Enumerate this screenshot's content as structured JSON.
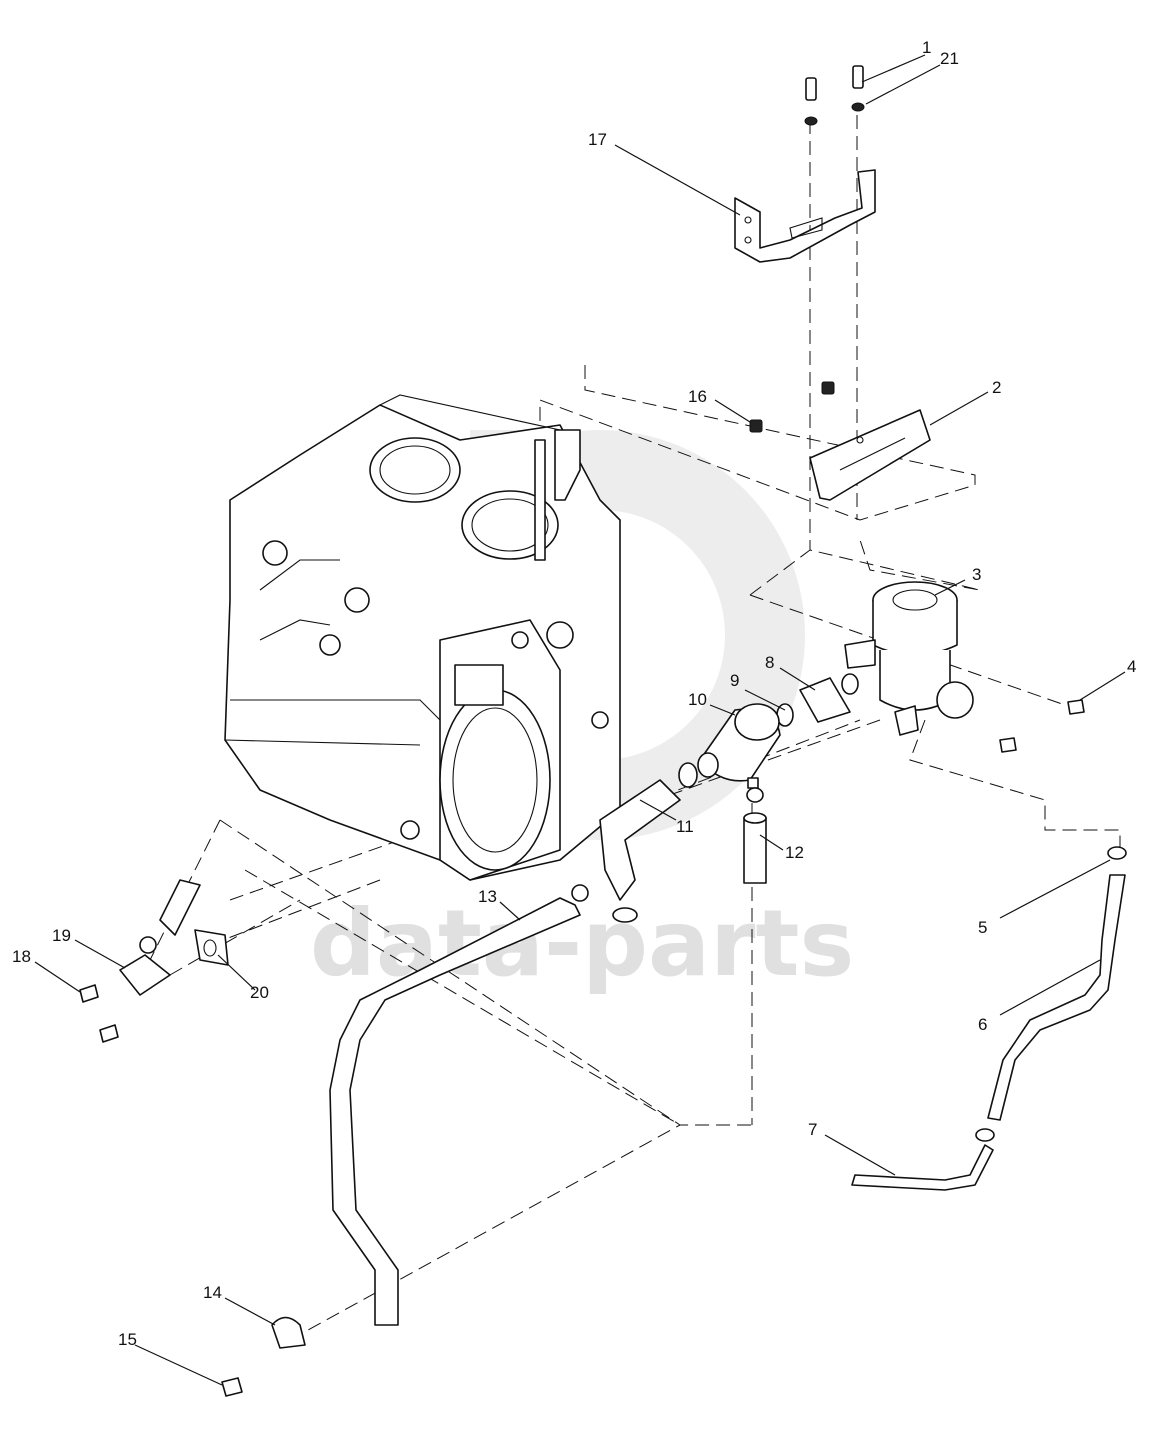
{
  "watermark": {
    "text": "data-parts",
    "color": "#c8c8c8"
  },
  "callouts": [
    {
      "id": "1",
      "label": "1"
    },
    {
      "id": "21",
      "label": "21"
    },
    {
      "id": "17",
      "label": "17"
    },
    {
      "id": "16",
      "label": "16"
    },
    {
      "id": "2",
      "label": "2"
    },
    {
      "id": "3",
      "label": "3"
    },
    {
      "id": "4",
      "label": "4"
    },
    {
      "id": "8",
      "label": "8"
    },
    {
      "id": "9",
      "label": "9"
    },
    {
      "id": "10",
      "label": "10"
    },
    {
      "id": "11",
      "label": "11"
    },
    {
      "id": "12",
      "label": "12"
    },
    {
      "id": "13",
      "label": "13"
    },
    {
      "id": "19",
      "label": "19"
    },
    {
      "id": "18",
      "label": "18"
    },
    {
      "id": "20",
      "label": "20"
    },
    {
      "id": "5",
      "label": "5"
    },
    {
      "id": "6",
      "label": "6"
    },
    {
      "id": "7",
      "label": "7"
    },
    {
      "id": "14",
      "label": "14"
    },
    {
      "id": "15",
      "label": "15"
    }
  ]
}
